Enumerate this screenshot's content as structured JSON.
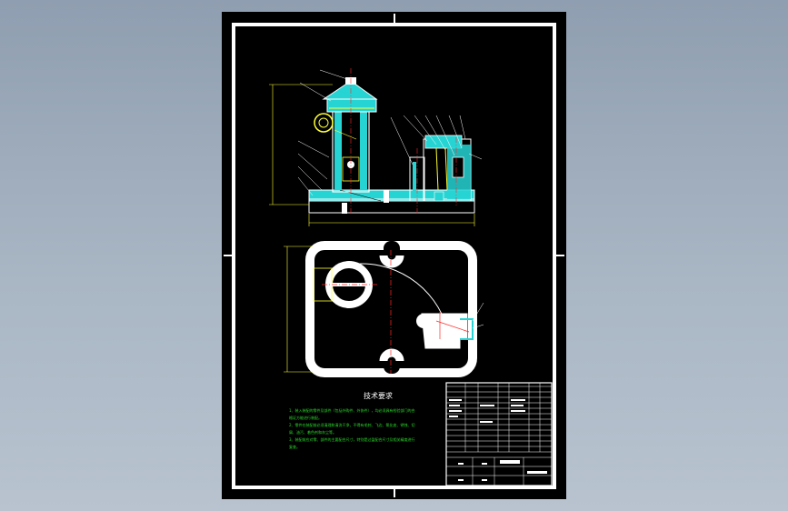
{
  "technical_requirements": {
    "title": "技术要求",
    "lines": [
      "1、装入装配的零件及部件（包括外购件、外协件），均必须具有检验部门的合",
      "格证方能进行装配。",
      "2、零件在装配前必须清理和清洗干净，不得有毛刺、飞边、氧化皮、锈蚀、切",
      "屑、油污、着色剂和灰尘等。",
      "3、装配前应对零、部件的主要配合尺寸，特别是过盈配合尺寸及相关精度进行",
      "复查。"
    ]
  },
  "colors": {
    "background": "#9aa8b8",
    "sheet": "#000000",
    "frame": "#ffffff",
    "hatch": "#27d4d4",
    "centerline": "#ff2a2a",
    "feature": "#ffff33",
    "note_text": "#2bd92b"
  }
}
